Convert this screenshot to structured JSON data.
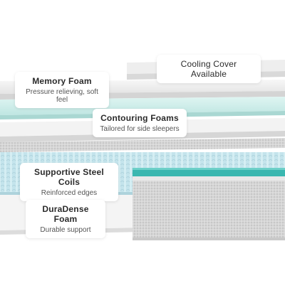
{
  "colors": {
    "background": "#ffffff",
    "foam_white": "#f3f3f3",
    "foam_mint": "#cfeeea",
    "coil_blue": "#bfe6ef",
    "teal_band": "#3ab7b0",
    "knit_gray": "#d8d8d8"
  },
  "labels": {
    "cooling": {
      "title": "Cooling Cover Available"
    },
    "memory": {
      "title": "Memory Foam",
      "sub": "Pressure relieving, soft feel"
    },
    "contouring": {
      "title": "Contouring Foams",
      "sub": "Tailored for side sleepers"
    },
    "coils": {
      "title": "Supportive Steel Coils",
      "sub": "Reinforced edges"
    },
    "duradense": {
      "title": "DuraDense Foam",
      "sub": "Durable support"
    }
  }
}
